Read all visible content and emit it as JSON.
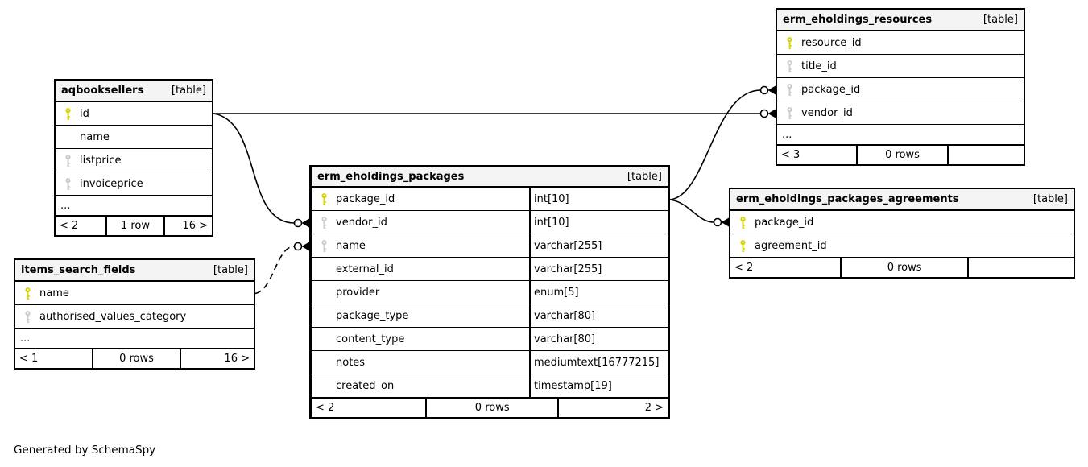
{
  "app": {
    "generator_note": "Generated by SchemaSpy"
  },
  "colors": {
    "background": "#ffffff",
    "header_bg": "#f4f4f4",
    "border": "#000000",
    "primary_key": "#d4d400",
    "indexed_key": "#cccccc"
  },
  "tables": [
    {
      "id": "aqbooksellers",
      "title": "aqbooksellers",
      "badge": "[table]",
      "columns": [
        {
          "name": "id",
          "key": "primary"
        },
        {
          "name": "name",
          "key": "none"
        },
        {
          "name": "listprice",
          "key": "indexed"
        },
        {
          "name": "invoiceprice",
          "key": "indexed"
        }
      ],
      "ellipsis": "...",
      "footer": {
        "left": "< 2",
        "center": "1 row",
        "right": "16 >"
      }
    },
    {
      "id": "erm_eholdings_resources",
      "title": "erm_eholdings_resources",
      "badge": "[table]",
      "columns": [
        {
          "name": "resource_id",
          "key": "primary"
        },
        {
          "name": "title_id",
          "key": "indexed"
        },
        {
          "name": "package_id",
          "key": "indexed"
        },
        {
          "name": "vendor_id",
          "key": "indexed"
        }
      ],
      "ellipsis": "...",
      "footer": {
        "left": "< 3",
        "center": "0 rows",
        "right": ""
      }
    },
    {
      "id": "erm_eholdings_packages",
      "title": "erm_eholdings_packages",
      "badge": "[table]",
      "emphasized": true,
      "columns": [
        {
          "name": "package_id",
          "type": "int[10]",
          "key": "primary"
        },
        {
          "name": "vendor_id",
          "type": "int[10]",
          "key": "indexed"
        },
        {
          "name": "name",
          "type": "varchar[255]",
          "key": "indexed"
        },
        {
          "name": "external_id",
          "type": "varchar[255]",
          "key": "none"
        },
        {
          "name": "provider",
          "type": "enum[5]",
          "key": "none"
        },
        {
          "name": "package_type",
          "type": "varchar[80]",
          "key": "none"
        },
        {
          "name": "content_type",
          "type": "varchar[80]",
          "key": "none"
        },
        {
          "name": "notes",
          "type": "mediumtext[16777215]",
          "key": "none"
        },
        {
          "name": "created_on",
          "type": "timestamp[19]",
          "key": "none"
        }
      ],
      "footer": {
        "left": "< 2",
        "center": "0 rows",
        "right": "2 >"
      }
    },
    {
      "id": "erm_eholdings_packages_agreements",
      "title": "erm_eholdings_packages_agreements",
      "badge": "[table]",
      "columns": [
        {
          "name": "package_id",
          "key": "primary"
        },
        {
          "name": "agreement_id",
          "key": "primary"
        }
      ],
      "footer": {
        "left": "< 2",
        "center": "0 rows",
        "right": ""
      }
    },
    {
      "id": "items_search_fields",
      "title": "items_search_fields",
      "badge": "[table]",
      "columns": [
        {
          "name": "name",
          "key": "primary"
        },
        {
          "name": "authorised_values_category",
          "key": "indexed"
        }
      ],
      "ellipsis": "...",
      "footer": {
        "left": "< 1",
        "center": "0 rows",
        "right": "16 >"
      }
    }
  ],
  "relationships": [
    {
      "from": "aqbooksellers.id",
      "to": "erm_eholdings_resources.vendor_id",
      "style": "solid"
    },
    {
      "from": "aqbooksellers.id",
      "to": "erm_eholdings_packages.vendor_id",
      "style": "solid"
    },
    {
      "from": "erm_eholdings_packages.package_id",
      "to": "erm_eholdings_resources.package_id",
      "style": "solid"
    },
    {
      "from": "erm_eholdings_packages.package_id",
      "to": "erm_eholdings_packages_agreements.package_id",
      "style": "solid"
    },
    {
      "from": "items_search_fields.name",
      "to": "erm_eholdings_packages.name",
      "style": "dashed"
    }
  ]
}
